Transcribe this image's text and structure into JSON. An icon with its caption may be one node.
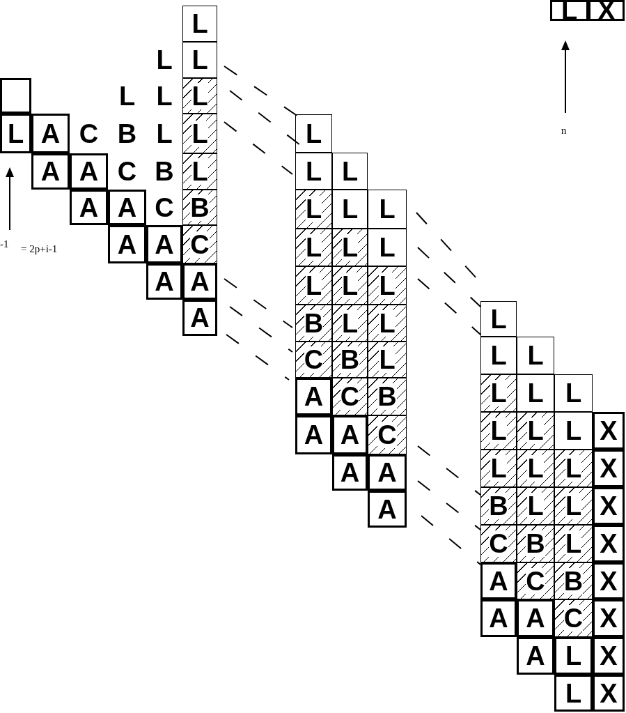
{
  "diagram": {
    "nodes": [
      {
        "text": [],
        "shape": "box"
      },
      {
        "text": [
          "L"
        ]
      },
      {
        "text": [
          "A"
        ]
      },
      {
        "text": [
          "A"
        ]
      },
      {
        "text": [
          "C"
        ]
      },
      {
        "text": [
          "A"
        ]
      },
      {
        "text": [
          "A"
        ]
      },
      {
        "text": [
          "L"
        ]
      },
      {
        "text": [
          "B"
        ]
      },
      {
        "text": [
          "C"
        ]
      },
      {
        "text": [
          "A"
        ]
      },
      {
        "text": [
          "A"
        ]
      },
      {
        "text": [
          "L"
        ]
      },
      {
        "text": [
          "L"
        ]
      },
      {
        "text": [
          "L"
        ]
      },
      {
        "text": [
          "B"
        ]
      },
      {
        "text": [
          "C"
        ]
      },
      {
        "text": [
          "A"
        ]
      },
      {
        "text": [
          "A"
        ]
      },
      {
        "text": [
          "L"
        ]
      },
      {
        "text": [
          "L"
        ]
      },
      {
        "text": [
          "L"
        ]
      },
      {
        "text": [
          "L"
        ]
      },
      {
        "text": [
          "L"
        ]
      },
      {
        "text": [
          "B"
        ]
      },
      {
        "text": [
          "C"
        ]
      },
      {
        "text": [
          "A"
        ]
      },
      {
        "text": [
          "A"
        ]
      },
      {
        "text": [
          "L"
        ]
      },
      {
        "text": [
          "L"
        ]
      },
      {
        "text": [
          "L"
        ]
      },
      {
        "text": [
          "L"
        ]
      },
      {
        "text": [
          "L"
        ]
      },
      {
        "text": [
          "B"
        ]
      },
      {
        "text": [
          "C"
        ]
      },
      {
        "text": [
          "A"
        ]
      },
      {
        "text": [
          "A"
        ]
      },
      {
        "text": [
          "L"
        ]
      },
      {
        "text": [
          "L"
        ]
      },
      {
        "text": [
          "L"
        ]
      },
      {
        "text": [
          "L"
        ]
      },
      {
        "text": [
          "L"
        ]
      },
      {
        "text": [
          "B"
        ]
      },
      {
        "text": [
          "C"
        ]
      },
      {
        "text": [
          "A"
        ]
      },
      {
        "text": [
          "A"
        ]
      },
      {
        "text": [
          "L"
        ]
      },
      {
        "text": [
          "L"
        ]
      },
      {
        "text": [
          "L"
        ]
      },
      {
        "text": [
          "L"
        ]
      },
      {
        "text": [
          "L"
        ]
      },
      {
        "text": [
          "B"
        ]
      },
      {
        "text": [
          "C"
        ]
      },
      {
        "text": [
          "A"
        ]
      },
      {
        "text": [
          "A"
        ]
      },
      {
        "text": [
          "L"
        ]
      },
      {
        "text": [
          "L"
        ]
      },
      {
        "text": [
          "L"
        ]
      },
      {
        "text": [
          "L"
        ]
      },
      {
        "text": [
          "L"
        ]
      },
      {
        "text": [
          "B"
        ]
      },
      {
        "text": [
          "C"
        ]
      },
      {
        "text": [
          "A"
        ]
      },
      {
        "text": [
          "A"
        ]
      },
      {
        "text": [
          "L"
        ]
      },
      {
        "text": [
          "L"
        ]
      },
      {
        "text": [
          "L"
        ]
      },
      {
        "text": [
          "L"
        ]
      },
      {
        "text": [
          "L"
        ]
      },
      {
        "text": [
          "B"
        ]
      },
      {
        "text": [
          "C"
        ]
      },
      {
        "text": [
          "A"
        ]
      },
      {
        "text": [
          "A"
        ]
      },
      {
        "text": [
          "L"
        ]
      },
      {
        "text": [
          "L"
        ]
      },
      {
        "text": [
          "L"
        ]
      },
      {
        "text": [
          "L"
        ]
      },
      {
        "text": [
          "L"
        ]
      },
      {
        "text": [
          "B"
        ]
      },
      {
        "text": [
          "C"
        ]
      },
      {
        "text": [
          "L"
        ]
      },
      {
        "text": [
          "L"
        ]
      },
      {
        "text": [
          "X"
        ]
      },
      {
        "text": [
          "X"
        ]
      },
      {
        "text": [
          "X"
        ]
      },
      {
        "text": [
          "X"
        ]
      },
      {
        "text": [
          "X"
        ]
      },
      {
        "text": [
          "X"
        ]
      },
      {
        "text": [
          "X"
        ]
      },
      {
        "text": [
          "X"
        ]
      },
      {
        "text": [
          "L"
        ]
      },
      {
        "text": [
          "X"
        ]
      }
    ],
    "labels": [
      "-1",
      "= 2p+i-1",
      "n"
    ]
  }
}
